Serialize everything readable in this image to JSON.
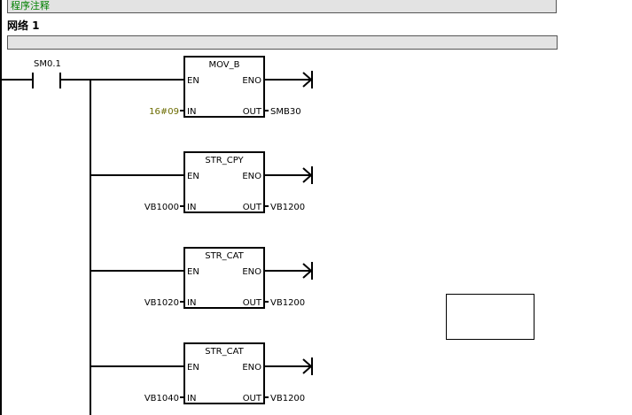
{
  "program_comment": "程序注释",
  "network": {
    "title": "网络 1",
    "comment": ""
  },
  "contact": {
    "label": "SM0.1",
    "type": "normally-open"
  },
  "blocks": [
    {
      "name": "MOV_B",
      "en": "EN",
      "eno": "ENO",
      "in_pin": "IN",
      "out_pin": "OUT",
      "in_value": "16#09",
      "out_value": "SMB30",
      "in_is_constant": true
    },
    {
      "name": "STR_CPY",
      "en": "EN",
      "eno": "ENO",
      "in_pin": "IN",
      "out_pin": "OUT",
      "in_value": "VB1000",
      "out_value": "VB1200",
      "in_is_constant": false
    },
    {
      "name": "STR_CAT",
      "en": "EN",
      "eno": "ENO",
      "in_pin": "IN",
      "out_pin": "OUT",
      "in_value": "VB1020",
      "out_value": "VB1200",
      "in_is_constant": false
    },
    {
      "name": "STR_CAT",
      "en": "EN",
      "eno": "ENO",
      "in_pin": "IN",
      "out_pin": "OUT",
      "in_value": "VB1040",
      "out_value": "VB1200",
      "in_is_constant": false
    }
  ],
  "colors": {
    "comment_text": "#008000",
    "constant_text": "#6b6b00",
    "bar_background": "#e3e3e3"
  }
}
